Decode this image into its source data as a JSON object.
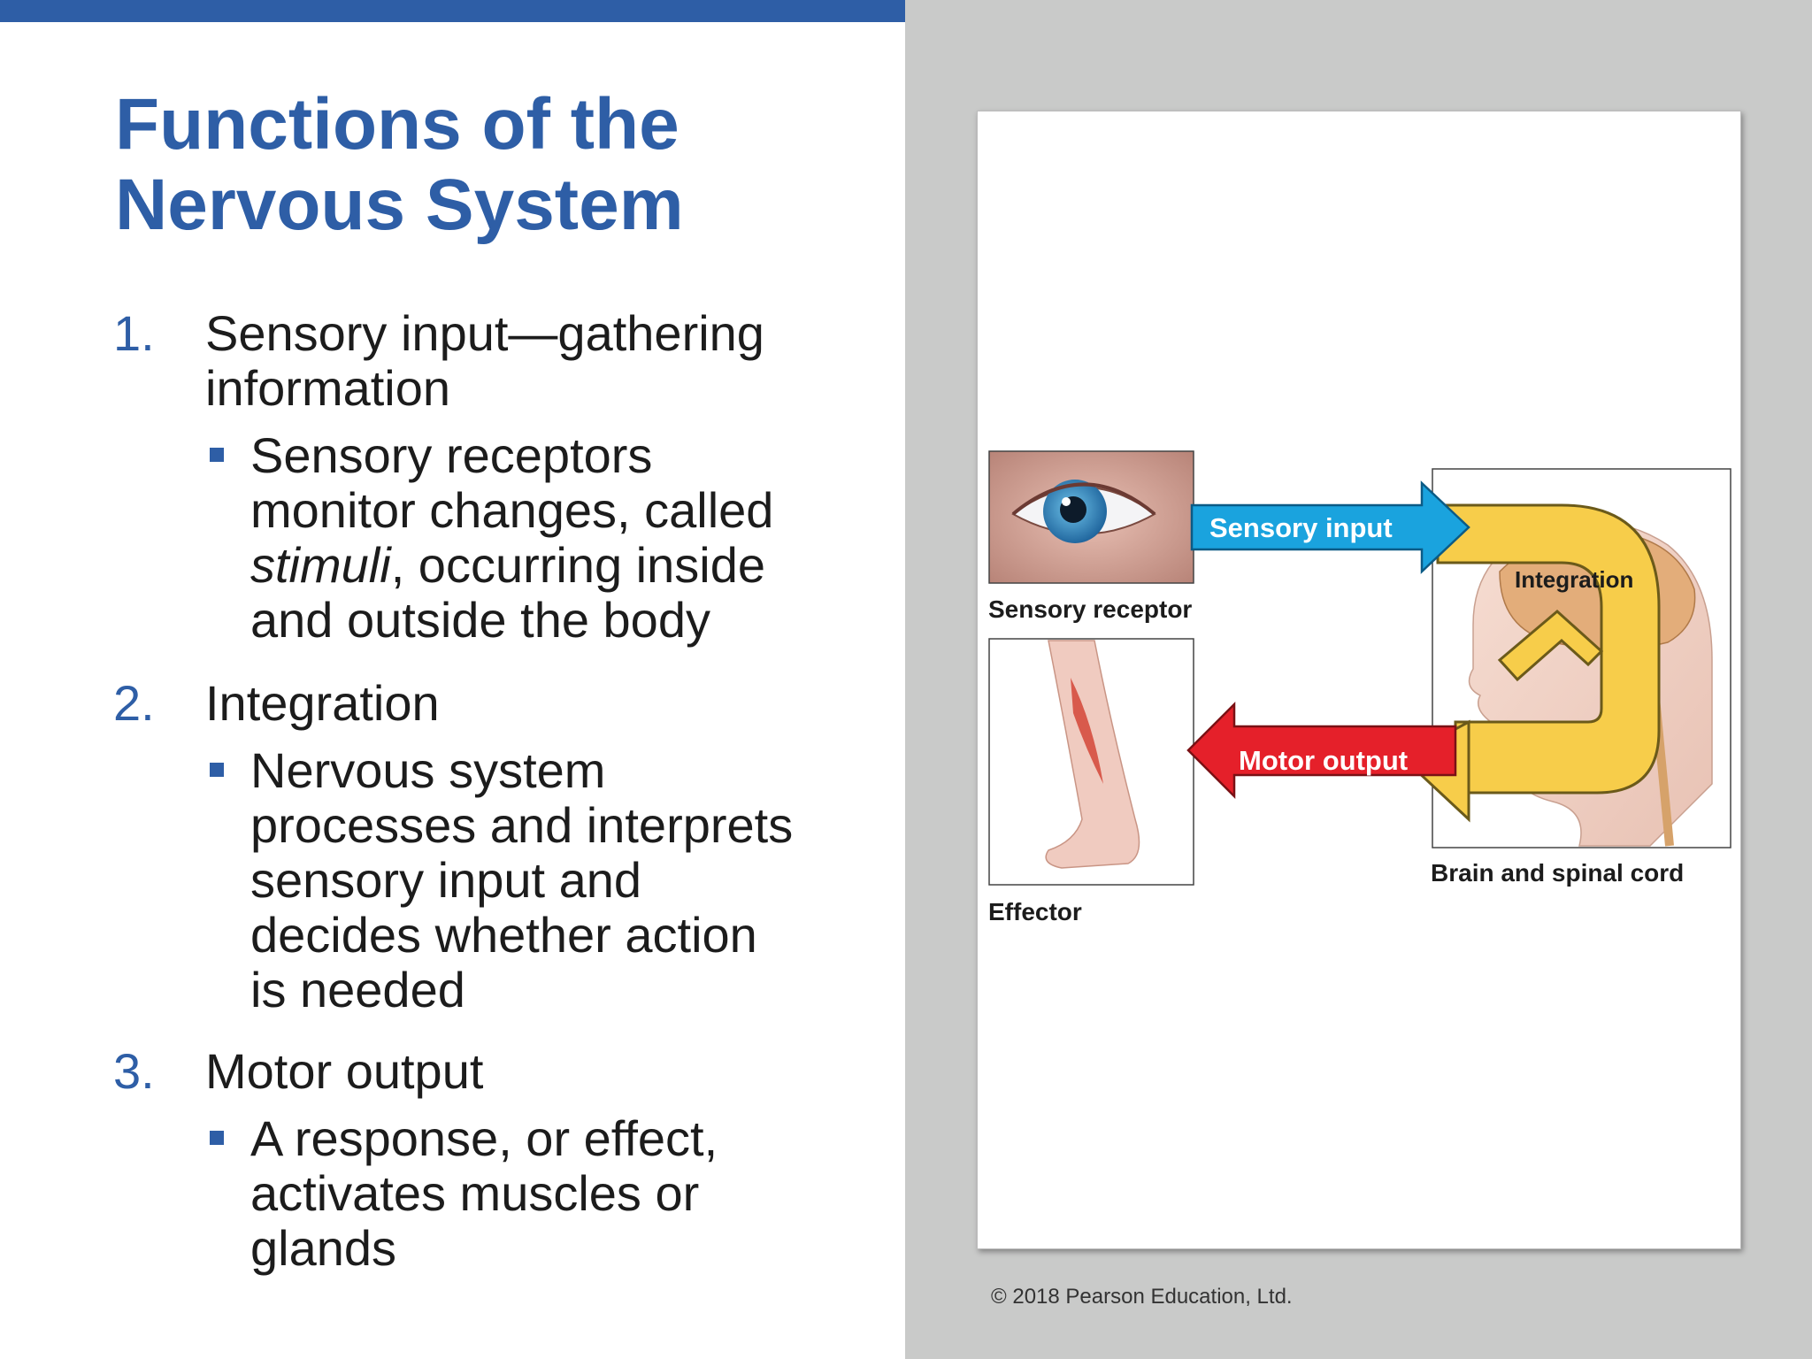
{
  "slide": {
    "title_line1": "Functions of the",
    "title_line2": "Nervous System",
    "items": [
      {
        "number": "1.",
        "heading_lines": [
          "Sensory input—gathering",
          "information"
        ],
        "sub": {
          "line1": "Sensory receptors",
          "line2": "monitor changes, called",
          "line3_italic": "stimuli",
          "line3_rest": ", occurring inside",
          "line4": "and outside the body"
        }
      },
      {
        "number": "2.",
        "heading_lines": [
          "Integration"
        ],
        "sub": {
          "lines": [
            "Nervous system",
            "processes and interprets",
            "sensory input and",
            "decides whether action",
            "is needed"
          ]
        }
      },
      {
        "number": "3.",
        "heading_lines": [
          "Motor output"
        ],
        "sub": {
          "lines": [
            "A response, or effect,",
            "activates muscles or",
            "glands"
          ]
        }
      }
    ]
  },
  "figure": {
    "sensory_input_label": "Sensory input",
    "integration_label": "Integration",
    "motor_output_label": "Motor output",
    "sensory_receptor_caption": "Sensory receptor",
    "effector_caption": "Effector",
    "brain_caption": "Brain and spinal cord"
  },
  "copyright": "© 2018 Pearson Education, Ltd.",
  "colors": {
    "accent_blue": "#2e5ea6",
    "sensory_arrow": "#1aa3de",
    "motor_arrow": "#e5202a",
    "integration_arrow": "#f7cd4a"
  }
}
